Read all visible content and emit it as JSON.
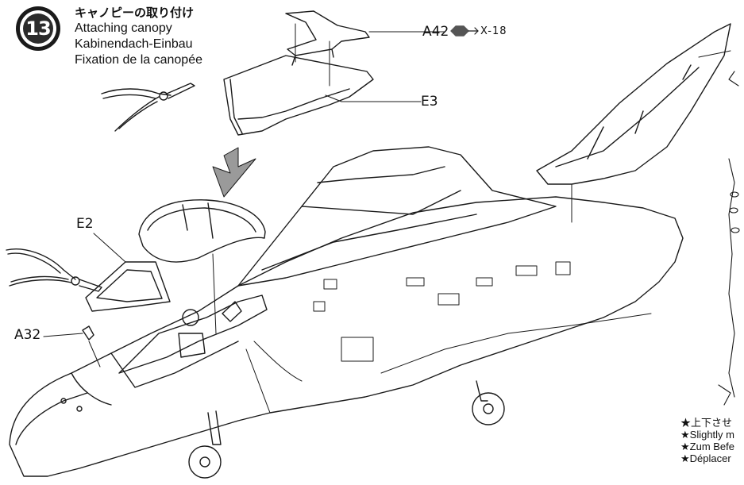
{
  "step": {
    "number": "13",
    "title_jp": "キャノピーの取り付け",
    "title_en": "Attaching canopy",
    "title_de": "Kabinendach-Einbau",
    "title_fr": "Fixation de la canopée"
  },
  "parts": {
    "a42": "A42",
    "a42_count": "X-18",
    "e3": "E3",
    "e2": "E2",
    "a32": "A32"
  },
  "side_notes": {
    "jp": "★上下させ",
    "en": "★Slightly m",
    "de": "★Zum Befe",
    "fr": "★Déplacer"
  },
  "colors": {
    "line": "#1a1a1a",
    "badge": "#2b2b2b",
    "arrow_fill": "#9a9a9a"
  }
}
